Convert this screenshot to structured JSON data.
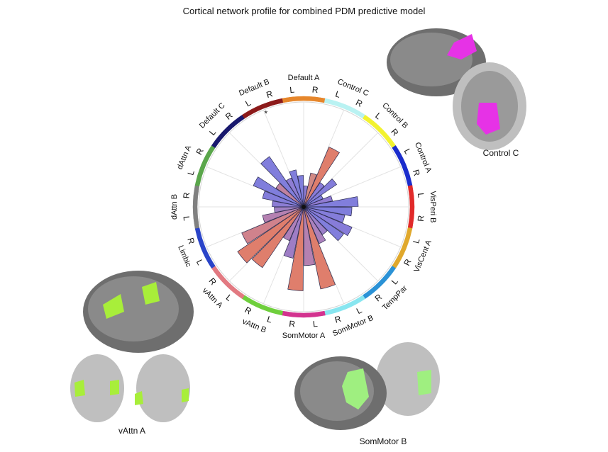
{
  "chart_data": {
    "type": "polar-bar",
    "title": "Cortical network profile for combined PDM predictive model",
    "networks": [
      "Default A",
      "Control C",
      "Control B",
      "Control A",
      "VisPeri B",
      "VisCent A",
      "TempPar",
      "SomMotor B",
      "SomMotor A",
      "vAttn B",
      "vAttn A",
      "Limbic",
      "dAttn B",
      "dAttn A",
      "Default C",
      "Default B"
    ],
    "network_colors": [
      "#e6862b",
      "#b9f2f2",
      "#f2f230",
      "#1a2ccc",
      "#e12a2a",
      "#e0a82c",
      "#2b92d6",
      "#d3338f",
      "#6fcf3c",
      "#e27981",
      "#2a44c8",
      "#808080",
      "#5aa64b",
      "#19196e",
      "#8c1a1a",
      "#4b94d1"
    ],
    "hemisphere_labels": [
      "L",
      "R",
      "L",
      "R",
      "L",
      "R",
      "L",
      "R",
      "L",
      "R",
      "L",
      "R",
      "L",
      "R",
      "L",
      "R",
      "L",
      "R",
      "L",
      "R",
      "L",
      "R",
      "L",
      "R",
      "L",
      "R",
      "L",
      "R",
      "L",
      "R",
      "L",
      "R"
    ],
    "segment_colors": [
      "#e6862b",
      "#e6862b",
      "#b9f2f2",
      "#b9f2f2",
      "#f2f230",
      "#f2f230",
      "#1a2ccc",
      "#1a2ccc",
      "#e12a2a",
      "#e12a2a",
      "#e0a82c",
      "#e0a82c",
      "#2b92d6",
      "#2b92d6",
      "#88e6f0",
      "#88e6f0",
      "#d3338f",
      "#d3338f",
      "#6fcf3c",
      "#6fcf3c",
      "#e27981",
      "#e27981",
      "#2a44c8",
      "#2a44c8",
      "#808080",
      "#808080",
      "#5aa64b",
      "#5aa64b",
      "#19196e",
      "#19196e",
      "#8c1a1a",
      "#8c1a1a"
    ],
    "values": [
      0.3,
      0.2,
      0.33,
      0.62,
      0.28,
      0.38,
      0.2,
      0.28,
      0.52,
      0.46,
      0.4,
      0.5,
      0.46,
      0.32,
      0.38,
      0.8,
      0.56,
      0.8,
      0.5,
      0.35,
      0.7,
      0.76,
      0.64,
      0.4,
      0.28,
      0.3,
      0.4,
      0.52,
      0.32,
      0.58,
      0.3,
      0.36
    ],
    "bar_colors": [
      "#6a67d6",
      "#7a66cc",
      "#c9746f",
      "#d96752",
      "#7565d2",
      "#6f66d4",
      "#6b67d6",
      "#7e65ca",
      "#6b67d6",
      "#6a67d6",
      "#6e66d4",
      "#7265d2",
      "#6b67d6",
      "#8a68c0",
      "#9c6bb0",
      "#d96752",
      "#a86ba3",
      "#d96752",
      "#8d66bb",
      "#9f6aad",
      "#d96752",
      "#d96752",
      "#c86c78",
      "#a86ba3",
      "#8f6bb8",
      "#7866cc",
      "#6d66d4",
      "#6a67d6",
      "#b56c8f",
      "#6b67d6",
      "#7a66cc",
      "#6b67d6"
    ],
    "ring_marker": "*"
  },
  "brains": {
    "control_c": {
      "caption": "Control C",
      "highlight": "#e632e6"
    },
    "vattn_a": {
      "caption": "vAttn A",
      "highlight": "#a8ee3a"
    },
    "sommotor_b": {
      "caption": "SomMotor B",
      "highlight": "#9fef80"
    }
  }
}
